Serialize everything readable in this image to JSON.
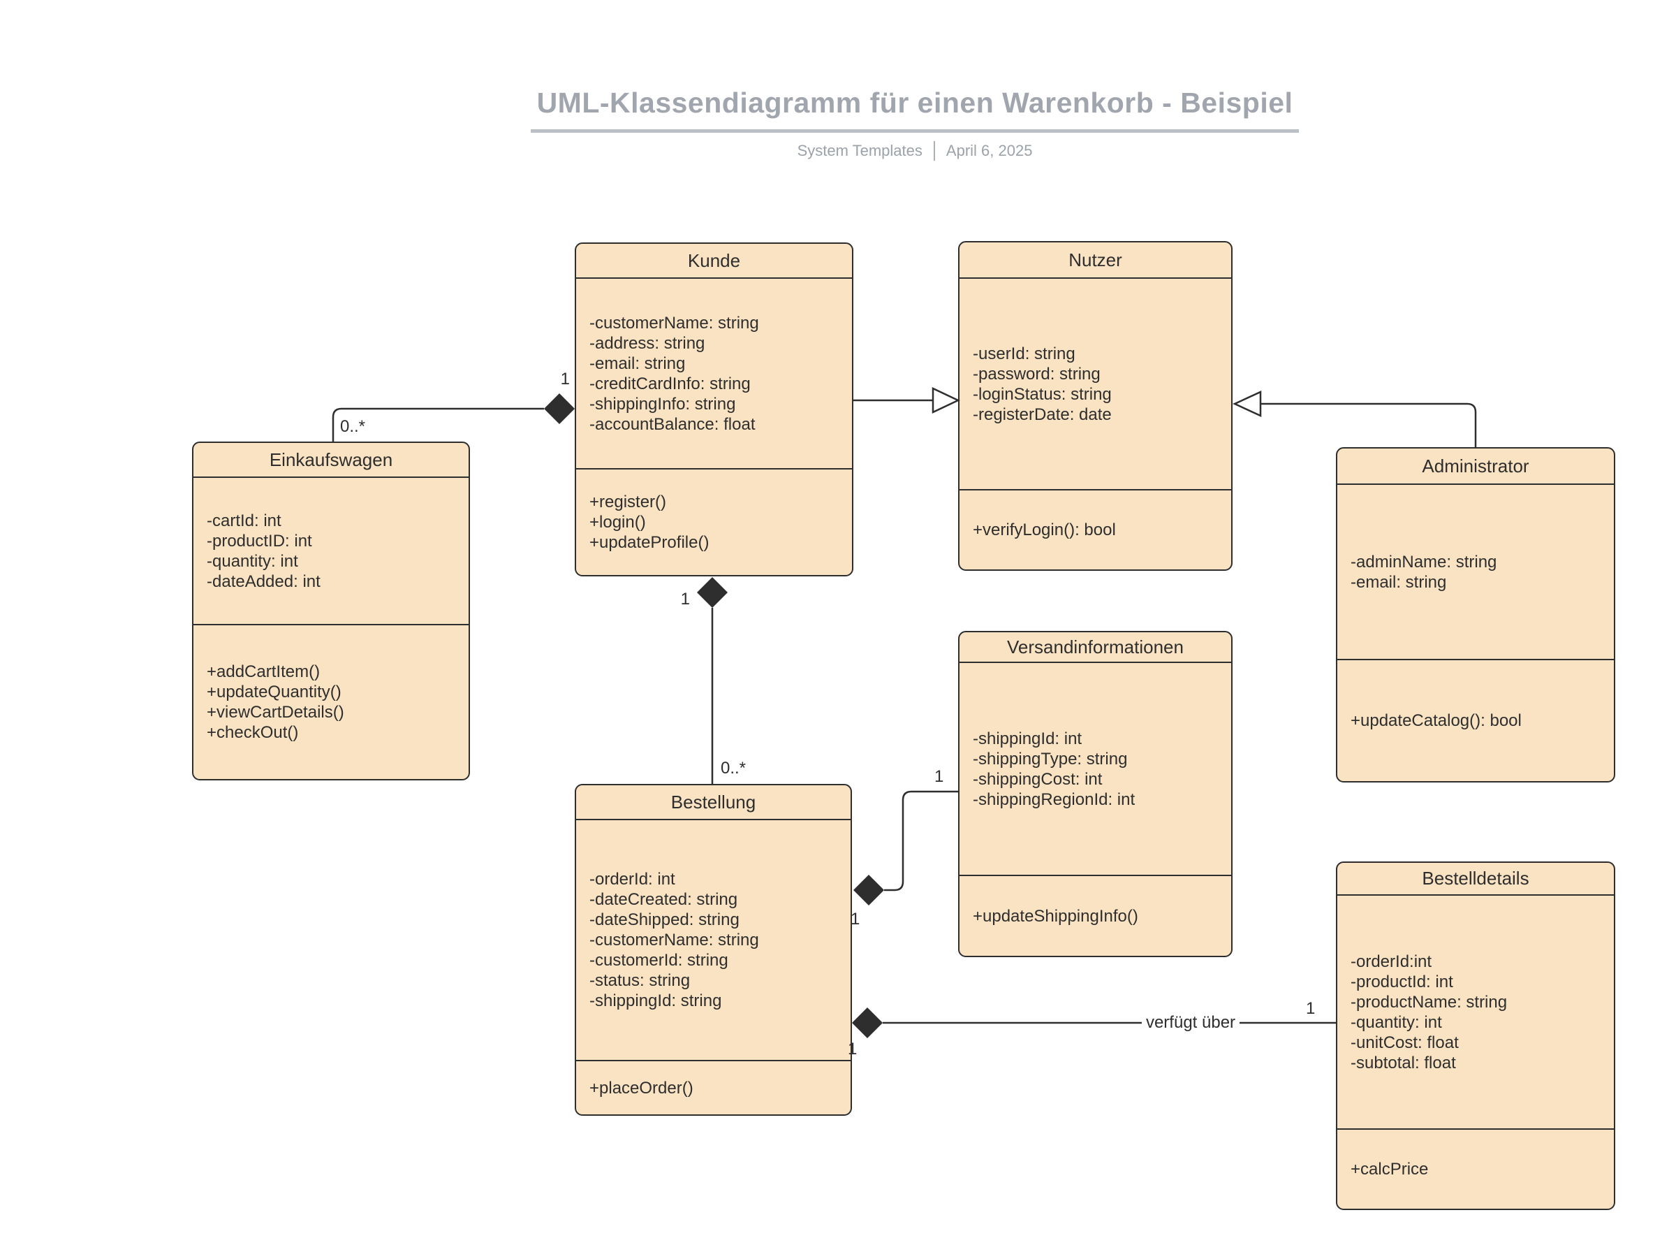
{
  "header": {
    "title": "UML-Klassendiagramm für einen Warenkorb - Beispiel",
    "subtitle_left": "System Templates",
    "subtitle_right": "April 6, 2025"
  },
  "colors": {
    "class_fill": "#FAE3C2",
    "class_border": "#2E2E2E",
    "connector": "#2E2E2E",
    "title_text": "#A1A6AE",
    "subtitle_text": "#9CA2AA"
  },
  "classes": [
    {
      "id": "kunde",
      "name": "Kunde",
      "attributes": [
        "-customerName: string",
        "-address: string",
        "-email: string",
        "-creditCardInfo: string",
        "-shippingInfo: string",
        "-accountBalance: float"
      ],
      "methods": [
        "+register()",
        "+login()",
        "+updateProfile()"
      ]
    },
    {
      "id": "nutzer",
      "name": "Nutzer",
      "attributes": [
        "-userId: string",
        "-password: string",
        "-loginStatus: string",
        "-registerDate: date"
      ],
      "methods": [
        "+verifyLogin(): bool"
      ]
    },
    {
      "id": "einkaufswagen",
      "name": "Einkaufswagen",
      "attributes": [
        "-cartId: int",
        "-productID: int",
        "-quantity: int",
        "-dateAdded: int"
      ],
      "methods": [
        "+addCartItem()",
        "+updateQuantity()",
        "+viewCartDetails()",
        "+checkOut()"
      ]
    },
    {
      "id": "administrator",
      "name": "Administrator",
      "attributes": [
        "-adminName: string",
        "-email: string"
      ],
      "methods": [
        "+updateCatalog(): bool"
      ]
    },
    {
      "id": "versandinformationen",
      "name": "Versandinformationen",
      "attributes": [
        "-shippingId: int",
        "-shippingType: string",
        "-shippingCost: int",
        "-shippingRegionId: int"
      ],
      "methods": [
        "+updateShippingInfo()"
      ]
    },
    {
      "id": "bestellung",
      "name": "Bestellung",
      "attributes": [
        "-orderId: int",
        "-dateCreated: string",
        "-dateShipped: string",
        "-customerName: string",
        "-customerId: string",
        "-status: string",
        "-shippingId: string"
      ],
      "methods": [
        "+placeOrder()"
      ]
    },
    {
      "id": "bestelldetails",
      "name": "Bestelldetails",
      "attributes": [
        "-orderId:int",
        "-productId: int",
        "-productName: string",
        "-quantity: int",
        "-unitCost: float",
        "-subtotal: float"
      ],
      "methods": [
        "+calcPrice"
      ]
    }
  ],
  "relationships": [
    {
      "id": "kunde-einkaufswagen",
      "type": "composition",
      "from": "Kunde",
      "to": "Einkaufswagen",
      "from_mult": "1",
      "to_mult": "0..*"
    },
    {
      "id": "kunde-nutzer",
      "type": "generalization",
      "from": "Kunde",
      "to": "Nutzer"
    },
    {
      "id": "administrator-nutzer",
      "type": "generalization",
      "from": "Administrator",
      "to": "Nutzer"
    },
    {
      "id": "kunde-bestellung",
      "type": "composition",
      "from": "Kunde",
      "to": "Bestellung",
      "from_mult": "1",
      "to_mult": "0..*"
    },
    {
      "id": "bestellung-versandinformationen",
      "type": "composition",
      "from": "Bestellung",
      "to": "Versandinformationen",
      "from_mult": "1",
      "to_mult": "1"
    },
    {
      "id": "bestellung-bestelldetails",
      "type": "composition",
      "from": "Bestellung",
      "to": "Bestelldetails",
      "from_mult": "1",
      "to_mult": "1",
      "label": "verfügt über"
    }
  ]
}
